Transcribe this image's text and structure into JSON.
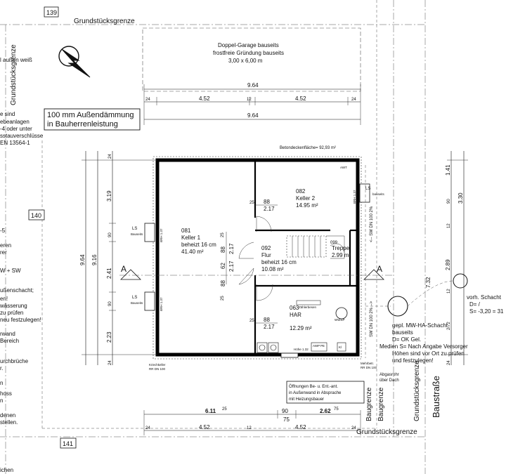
{
  "parcels": {
    "top": "139",
    "left": "140",
    "bottom": "141"
  },
  "boundary": {
    "top": "Grundstücksgrenze",
    "left": "Grundstücksgrenze",
    "bottom": "Grundstücksgrenze",
    "right_vertical": "Grundstücksgrenze",
    "baugrenze_right": "Baugrenze",
    "baugrenze_bottom": "Baugrenze"
  },
  "street": "Baustraße",
  "garage": {
    "line1": "Doppel-Garage bauseits",
    "line2": "frostfreie Gründung bauseits",
    "line3": "3,00 x 6,00 m"
  },
  "insulation_note": {
    "line1": "100 mm Außendämmung",
    "line2": "in Bauherrenleistung"
  },
  "slab_area": "Betondeckenfläche= 92,93 m²",
  "rooms": {
    "keller1": {
      "num": "081",
      "name": "Keller 1",
      "sub": "beheizt 16 cm",
      "area": "41.40 m²"
    },
    "keller2": {
      "num": "082",
      "name": "Keller 2",
      "area": "14.95 m²"
    },
    "flur": {
      "num": "092",
      "name": "Flur",
      "sub": "beheizt 16 cm",
      "area": "10.08 m²"
    },
    "har": {
      "num": "063",
      "name": "HAR",
      "area": "12.29 m²"
    },
    "treppe": {
      "num": "099",
      "name": "Treppe",
      "area": "2.99 m²"
    }
  },
  "dims_top": {
    "total": "9.64",
    "seg": [
      "24",
      "4.52",
      "12",
      "4.52",
      "24"
    ],
    "total2": "9.64"
  },
  "dims_bottom": {
    "row1": [
      "6.11",
      "90",
      "2.62"
    ],
    "row1_sup": [
      "25",
      "",
      "75"
    ],
    "row2_mid": "75",
    "row3": [
      "24",
      "4.52",
      "12",
      "4.52",
      "24"
    ]
  },
  "dims_left": {
    "total": "9.64",
    "total2": "9.16",
    "seg": [
      "24",
      "3.19",
      "90",
      "2.41",
      "90",
      "2.23",
      "24"
    ],
    "sup": [
      "",
      "5",
      "",
      "25",
      "",
      "5",
      ""
    ]
  },
  "dims_right": {
    "seg": [
      "1.41",
      "90",
      "3.30",
      "12",
      "2.89",
      "7.32",
      "12",
      "2.72",
      "24"
    ],
    "sup": [
      "5",
      "",
      "5",
      "",
      "5",
      "5",
      "",
      "",
      ""
    ]
  },
  "inner_dims": {
    "w88_top": "88",
    "w217_top": "2.17",
    "flur_v": [
      "25",
      "88",
      "2.17",
      "62",
      "2.17",
      "88",
      "25"
    ],
    "w88_bottom": "88",
    "w217_bottom": "2.17",
    "sup88": "5",
    "sup62": "5"
  },
  "section": {
    "left": "A",
    "right": "A"
  },
  "labels": {
    "ls1": "LS",
    "ls1b": "Bauseits",
    "brh1": "BRH 1.37",
    "ls2": "LS",
    "ls2b": "Bauseits",
    "brh2": "BRH 1.37",
    "ls3": "LS",
    "ls3b": "bauseits",
    "brh3": "BRH 1.37",
    "brh4": "BRH 1.37",
    "kriechkeller": "Kriechkeller",
    "kr_dn": "RR DN 100",
    "awt": "AWT",
    "zaehler": "Zählerbesen",
    "wwsp": "WWSP",
    "kl": "Kl",
    "vl": "VL",
    "awp": "AWP",
    "pe": "PE",
    "dn100": "DN 100",
    "sw1": "<-- SW DN 100 2%",
    "sw2": "SW DN 100 2% -->",
    "hoehe": "Höhe 1.32",
    "abgasrohr1": "Abgasrohr",
    "abgasrohr2": "über Dach",
    "rr": "RR DN 100",
    "rr2": "Mehrbetr."
  },
  "openings_note": {
    "line1": "Öffnungen Be- u. Ent.-ant.",
    "line2": "in Außenwand in Absprache",
    "line3": "mit Heizungsbauer"
  },
  "schacht": {
    "line1": "gepl. MW-HA-Schacht,",
    "line2": "bauseits",
    "line3": "D= OK Gel.",
    "line4": "Medien S= Nach Angabe Versorger",
    "line5": "Höhen sind vor Ort zu prüfen",
    "line6": "und festzulegen!"
  },
  "vorh": {
    "line1": "vorh. Schacht",
    "line2": "D= /",
    "line3": "S= -3,20 = 31"
  },
  "left_notes": [
    "l außen weiß",
    "e sind",
    "ebeanlagen",
    "-4 oder unter",
    "sstauverschlüsse",
    "EN 13564-1",
    "-5",
    "eren",
    "rer",
    "W + SW",
    "ußenschacht;",
    "en!",
    "wässerung",
    "zu prüfen",
    "neu festzulegen!",
    "rwand",
    "Bereich",
    "urchbrüche",
    "r.",
    "n",
    "hoss",
    "n",
    "denen",
    "stellen.",
    "ichen"
  ]
}
